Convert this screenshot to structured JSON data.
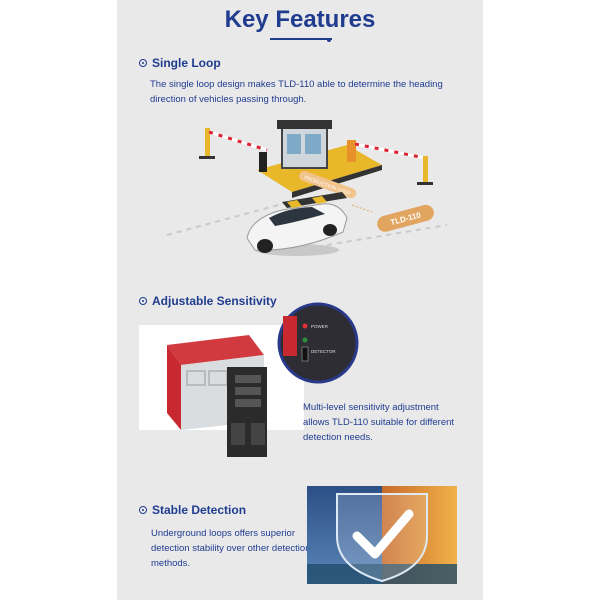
{
  "page": {
    "title": "Key Features"
  },
  "features": [
    {
      "heading": "Single Loop",
      "text_lines": [
        "The single loop design makes TLD-110 able to determine the heading",
        "direction of vehicles passing through."
      ],
      "image_labels": [
        "PRODUCTION LOOP",
        "TLD-110"
      ]
    },
    {
      "heading": "Adjustable Sensitivity",
      "text_lines": [
        "Multi-level sensitivity adjustment",
        "allows TLD-110 suitable for different",
        "detection needs."
      ],
      "image_labels": [
        "POWER",
        "DETECTOR"
      ]
    },
    {
      "heading": "Stable Detection",
      "text_lines": [
        "Underground loops offers superior",
        "detection stability over other detection",
        "methods."
      ]
    }
  ],
  "colors": {
    "accent": "#1f3c8f",
    "panel_bg": "#e9e9ea",
    "device_red": "#c8282f"
  }
}
